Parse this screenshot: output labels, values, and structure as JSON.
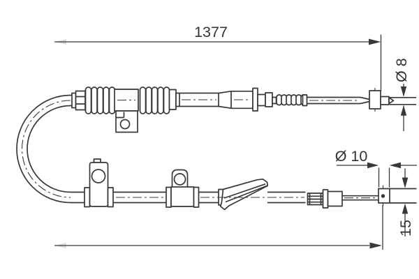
{
  "drawing": {
    "background": "#ffffff",
    "line_color": "#383838",
    "text_color": "#333333",
    "dimensions": {
      "overall_length": "1377",
      "upper_end_diameter": "Ø 8",
      "lower_end_diameter": "Ø 10",
      "lower_end_fitting_length": "15"
    }
  }
}
